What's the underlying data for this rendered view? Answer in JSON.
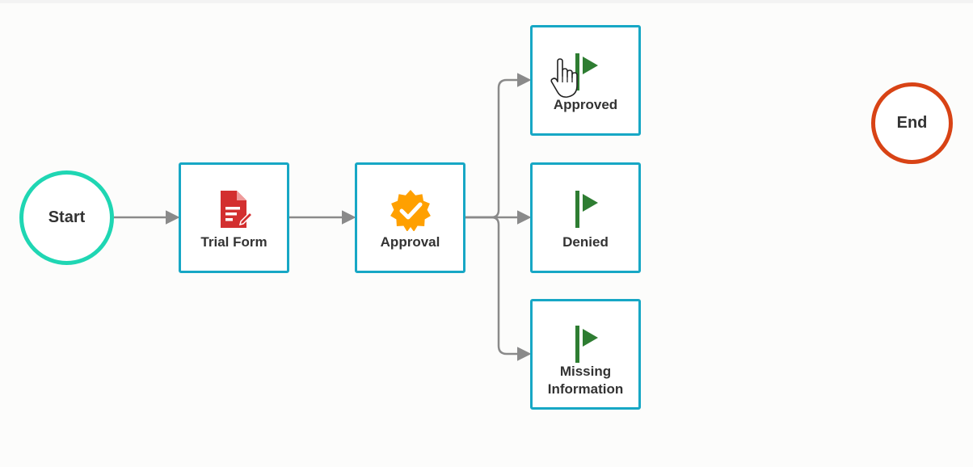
{
  "diagram": {
    "start": {
      "label": "Start",
      "color": "#1fd6b3"
    },
    "end": {
      "label": "End",
      "color": "#d84315"
    },
    "steps": {
      "trial_form": {
        "label": "Trial Form",
        "icon": "form-document-icon",
        "icon_color": "#d32f2f"
      },
      "approval": {
        "label": "Approval",
        "icon": "approval-badge-icon",
        "icon_color": "#ffa000"
      },
      "approved": {
        "label": "Approved",
        "icon": "flag-icon",
        "icon_color": "#2e7d32"
      },
      "denied": {
        "label": "Denied",
        "icon": "flag-icon",
        "icon_color": "#2e7d32"
      },
      "missing_information": {
        "label_line1": "Missing",
        "label_line2": "Information",
        "icon": "flag-icon",
        "icon_color": "#2e7d32"
      }
    },
    "node_border_color": "#17a7c5",
    "connector_color": "#8a8a8a",
    "edges": [
      {
        "from": "Start",
        "to": "Trial Form"
      },
      {
        "from": "Trial Form",
        "to": "Approval"
      },
      {
        "from": "Approval",
        "to": "Approved"
      },
      {
        "from": "Approval",
        "to": "Denied"
      },
      {
        "from": "Approval",
        "to": "Missing Information"
      }
    ]
  }
}
